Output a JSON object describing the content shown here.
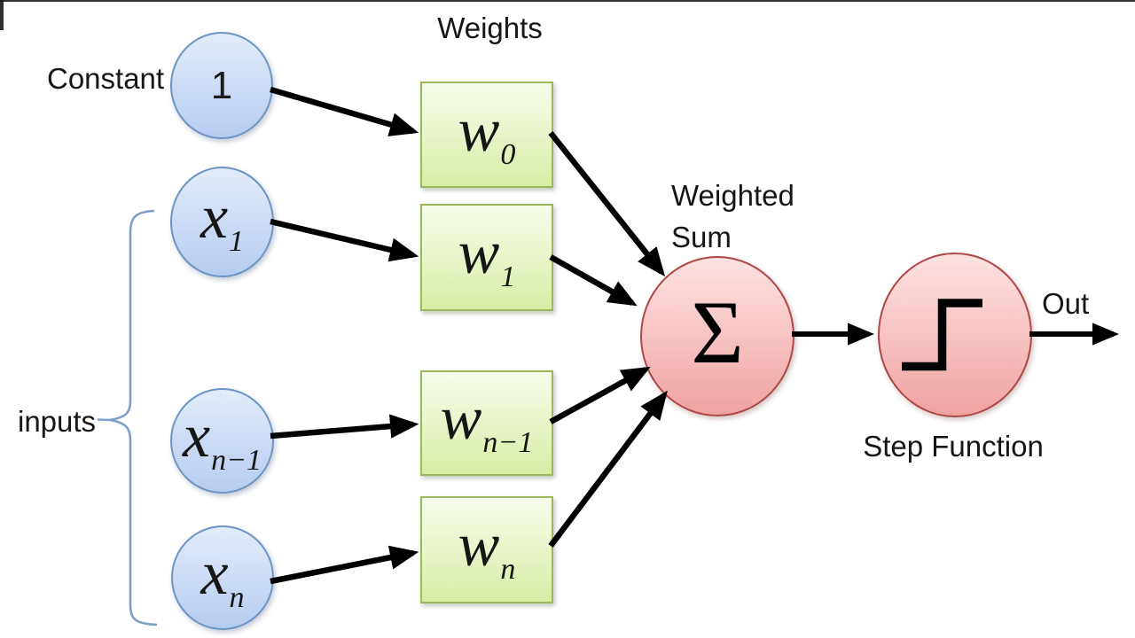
{
  "diagram": {
    "weights_label": "Weights",
    "constant_label": "Constant",
    "inputs_label": "inputs",
    "weighted_sum_label": {
      "line1": "Weighted",
      "line2": "Sum"
    },
    "step_function_label": "Step Function",
    "out_label": "Out",
    "constant_node_value": "1",
    "input_nodes": [
      {
        "base": "x",
        "sub": "1"
      },
      {
        "base": "x",
        "sub": "n−1"
      },
      {
        "base": "x",
        "sub": "n"
      }
    ],
    "weight_nodes": [
      {
        "base": "w",
        "sub": "0"
      },
      {
        "base": "w",
        "sub": "1"
      },
      {
        "base": "w",
        "sub": "n−1"
      },
      {
        "base": "w",
        "sub": "n"
      }
    ],
    "sum_symbol": "Σ",
    "step_icon": "step-function-icon",
    "colors": {
      "input_fill_top": "#e3ecfa",
      "input_fill_bottom": "#b7cdf0",
      "input_border": "#6c95c6",
      "weight_fill_top": "#f6fcea",
      "weight_fill_bottom": "#d7eda4",
      "weight_border": "#9db75e",
      "node_fill_top": "#fce2e2",
      "node_fill_bottom": "#f0a2a2",
      "node_border": "#ae4846",
      "arrow": "#000000",
      "brace": "#7f9fc8"
    }
  }
}
